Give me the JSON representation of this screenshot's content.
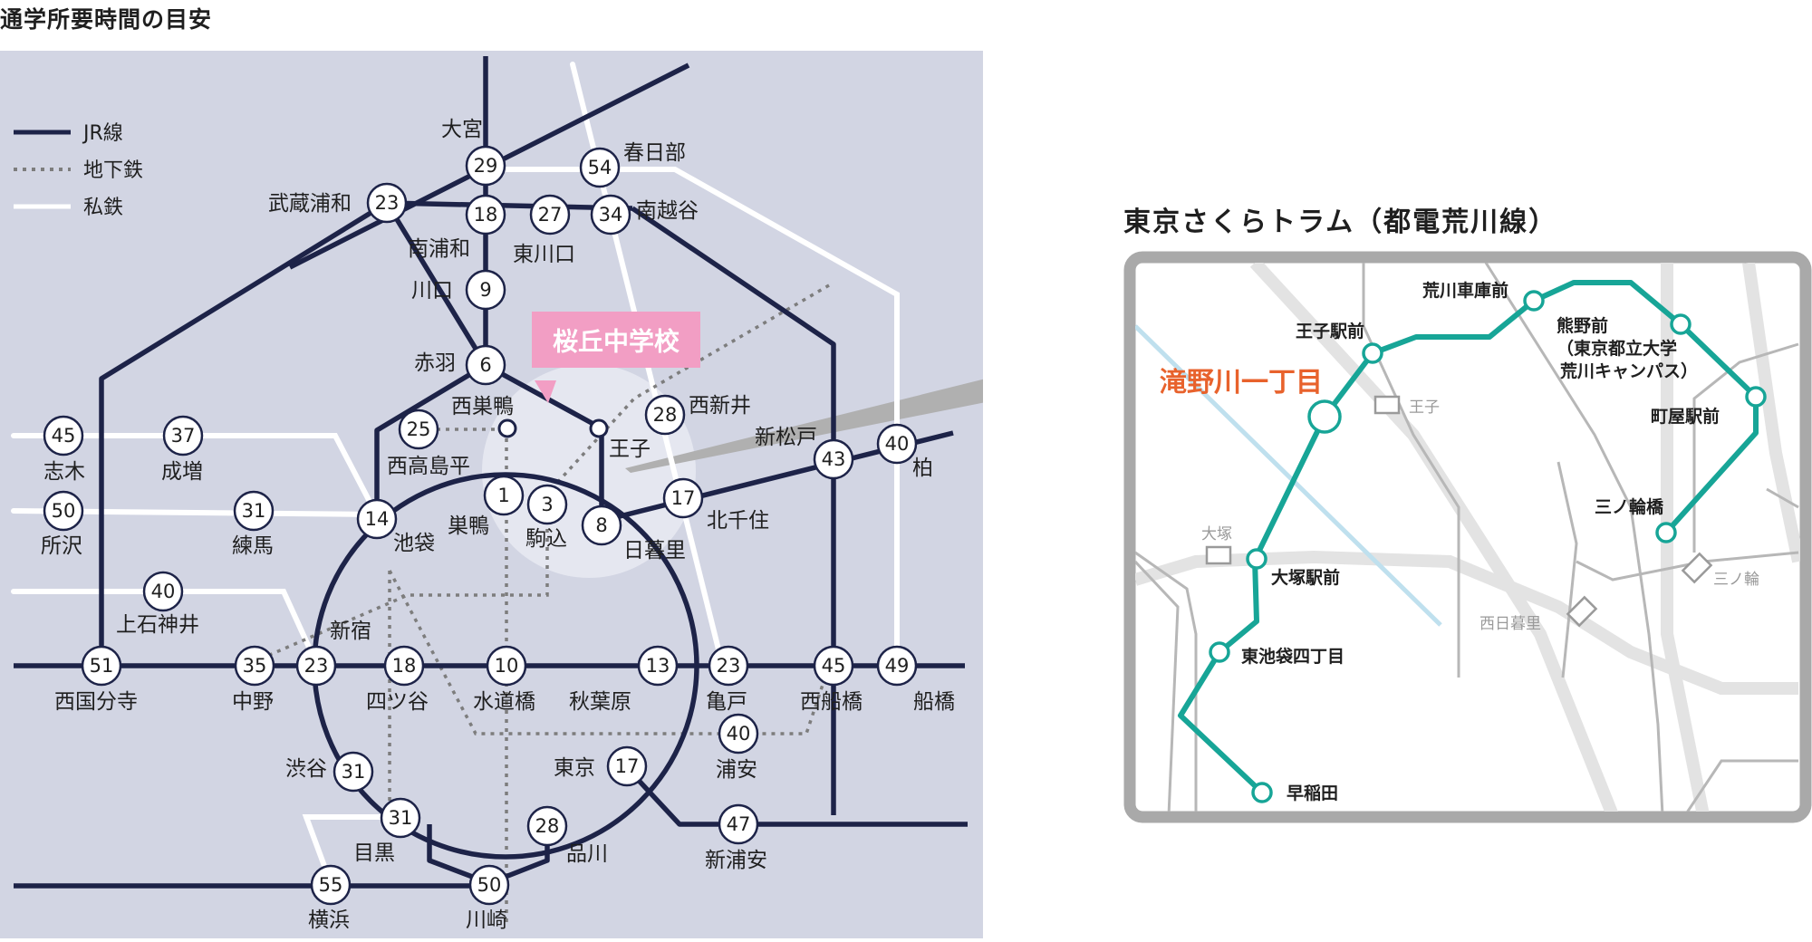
{
  "page": {
    "title": "通学所要時間の目安"
  },
  "legend": [
    {
      "label": "JR線",
      "style": "solid-navy"
    },
    {
      "label": "地下鉄",
      "style": "dotted-gray"
    },
    {
      "label": "私鉄",
      "style": "solid-white"
    }
  ],
  "school": {
    "label": "桜丘中学校",
    "color": "#f29ec4"
  },
  "minutes": {
    "omiya": "29",
    "kasukabe": "54",
    "musashiurawa": "23",
    "minamiurawa": "18",
    "higashikawaguchi": "27",
    "minamikoshigaya": "34",
    "kawaguchi": "9",
    "akabane": "6",
    "nishitakashimadaira": "25",
    "nishiarai": "28",
    "shiki": "45",
    "narimasu": "37",
    "tokorozawa": "50",
    "nerima": "31",
    "ikebukuro": "14",
    "sugamo": "1",
    "komagome": "3",
    "nippori": "8",
    "kitasenju": "17",
    "shinmatsudo": "43",
    "kashiwa": "40",
    "kamishakujii": "40",
    "nishikokubunji": "51",
    "nakano": "35",
    "shinjuku": "23",
    "yotsuya": "18",
    "suidobashi": "10",
    "akihabara": "13",
    "kameido": "23",
    "nishifunabashi": "45",
    "funabashi": "49",
    "urayasu": "40",
    "shibuya": "31",
    "tokyo": "17",
    "meguro": "31",
    "shinagawa": "28",
    "shinurayasu": "47",
    "yokohama": "55",
    "kawasaki": "50"
  },
  "stations": {
    "omiya": "大宮",
    "kasukabe": "春日部",
    "musashiurawa": "武蔵浦和",
    "minamikoshigaya": "南越谷",
    "minamiurawa": "南浦和",
    "higashikawaguchi": "東川口",
    "kawaguchi": "川口",
    "akabane": "赤羽",
    "nishisugamo": "西巣鴨",
    "nishiarai": "西新井",
    "shinmatsudo": "新松戸",
    "oji": "王子",
    "nishitakashimadaira": "西高島平",
    "shiki": "志木",
    "narimasu": "成増",
    "kashiwa": "柏",
    "tokorozawa": "所沢",
    "nerima": "練馬",
    "ikebukuro": "池袋",
    "sugamo": "巣鴨",
    "komagome": "駒込",
    "kitasenju": "北千住",
    "nippori": "日暮里",
    "kamishakujii": "上石神井",
    "shinjuku": "新宿",
    "nishikokubunji": "西国分寺",
    "nakano": "中野",
    "yotsuya": "四ツ谷",
    "suidobashi": "水道橋",
    "akihabara": "秋葉原",
    "kameido": "亀戸",
    "nishifunabashi": "西船橋",
    "funabashi": "船橋",
    "urayasu": "浦安",
    "shibuya": "渋谷",
    "tokyo": "東京",
    "shinurayasu": "新浦安",
    "meguro": "目黒",
    "shinagawa": "品川",
    "yokohama": "横浜",
    "kawasaki": "川崎"
  },
  "tram": {
    "title": "東京さくらトラム（都電荒川線）",
    "line_color": "#17a597",
    "highlight_color": "#e8622c",
    "stops": {
      "arakawashakomae": "荒川車庫前",
      "ojiekimae": "王子駅前",
      "kumanomae_1": "熊野前",
      "kumanomae_2": "（東京都立大学",
      "kumanomae_3": "荒川キャンパス）",
      "takinogawa": "滝野川一丁目",
      "machiyaekimae": "町屋駅前",
      "minowabashi": "三ノ輪橋",
      "otsukaekimae": "大塚駅前",
      "higashiikebukuro": "東池袋四丁目",
      "waseda": "早稲田"
    },
    "ref_stations": {
      "oji": "王子",
      "otsuka": "大塚",
      "nishinippori": "西日暮里",
      "minowa": "三ノ輪"
    }
  },
  "colors": {
    "map_background": "#d2d5e3",
    "jr_line": "#1d2348",
    "private_line": "#ffffff",
    "subway_line": "#8a8a8a",
    "zoom_circle": "#e5e7f0",
    "inset_frame": "#a9a9a9"
  }
}
